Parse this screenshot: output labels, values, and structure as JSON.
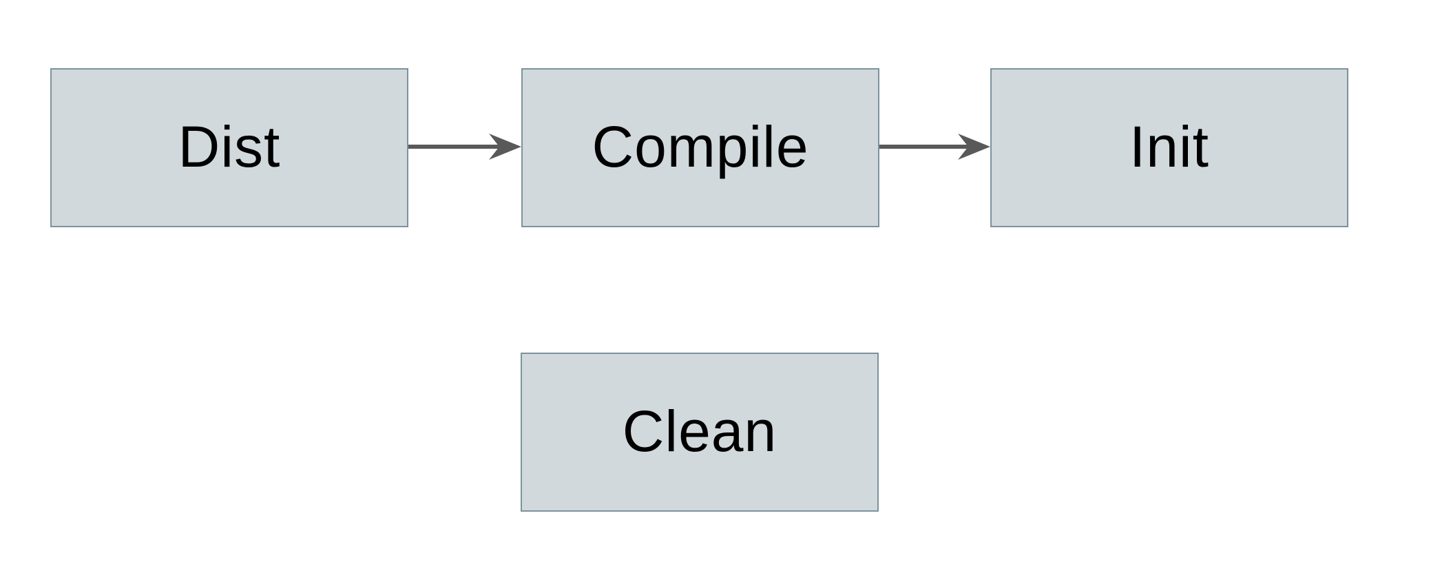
{
  "diagram": {
    "type": "flowchart",
    "nodes": [
      {
        "id": "dist",
        "label": "Dist"
      },
      {
        "id": "compile",
        "label": "Compile"
      },
      {
        "id": "init",
        "label": "Init"
      },
      {
        "id": "clean",
        "label": "Clean"
      }
    ],
    "edges": [
      {
        "from": "dist",
        "to": "compile",
        "style": "arrow"
      },
      {
        "from": "compile",
        "to": "init",
        "style": "arrow"
      }
    ],
    "colors": {
      "background": "#ffffff",
      "node_fill": "#d1d9dc",
      "node_border": "#7c929d",
      "arrow": "#595959",
      "text": "#000000"
    }
  }
}
